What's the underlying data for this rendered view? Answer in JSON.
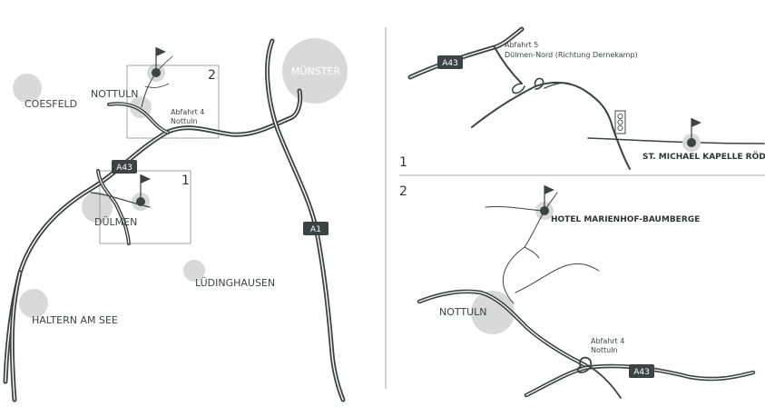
{
  "overview": {
    "cities": {
      "coesfeld": "COESFELD",
      "nottuln": "NOTTULN",
      "munster": "MÜNSTER",
      "dulmen": "DÜLMEN",
      "ludinghausen": "LÜDINGHAUSEN",
      "haltern": "HALTERN AM SEE"
    },
    "exit_line1": "Abfahrt 4",
    "exit_line2": "Nottuln",
    "highway_a43": "A43",
    "highway_a1": "A1",
    "box1_number": "1",
    "box2_number": "2"
  },
  "detail1": {
    "number": "1",
    "highway": "A43",
    "exit_line1": "Abfahrt 5",
    "exit_line2": "Dülmen-Nord (Richtung Dernekamp)",
    "destination": "ST. MICHAEL KAPELLE RÖDDER"
  },
  "detail2": {
    "number": "2",
    "destination": "HOTEL MARIENHOF-BAUMBERGE",
    "city": "NOTTULN",
    "exit_line1": "Abfahrt 4",
    "exit_line2": "Nottuln",
    "highway": "A43"
  },
  "colors": {
    "road": "#3c4443",
    "city_blob": "#d9d9d9",
    "background": "#ffffff"
  },
  "icons": [
    "flag-icon",
    "traffic-light-icon"
  ]
}
